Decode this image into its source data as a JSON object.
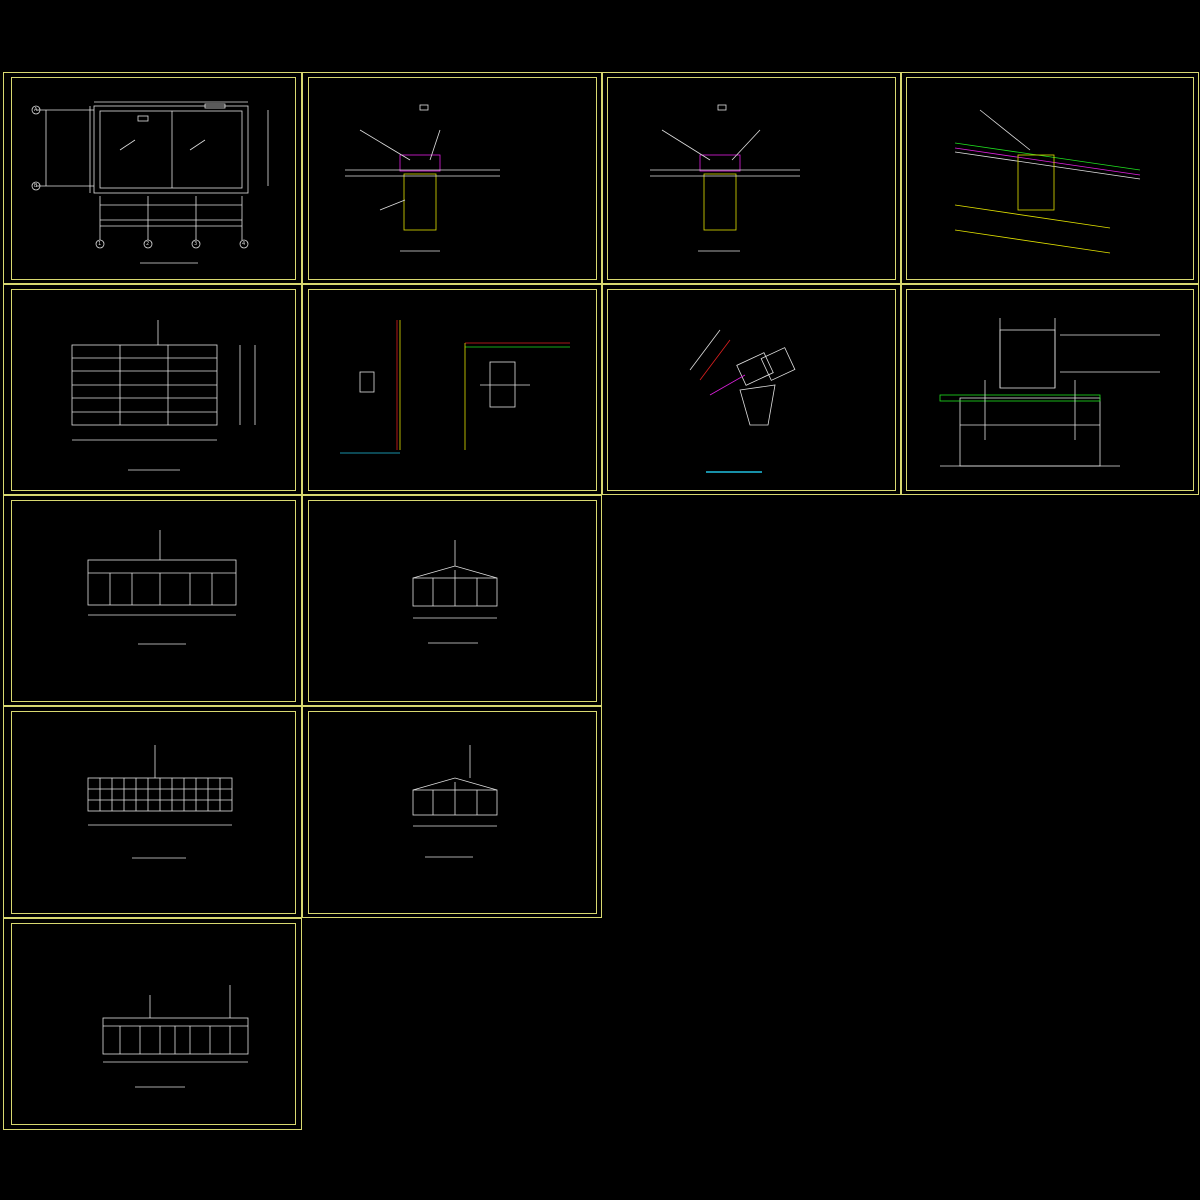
{
  "colors": {
    "frame": "#d8d870",
    "line": "#e0e0e0",
    "magenta": "#e020e0",
    "yellow": "#e0e000",
    "green": "#20e020",
    "red": "#e02020",
    "cyan": "#20c0e0"
  },
  "sheets": [
    {
      "id": "s1",
      "title": "",
      "note": ""
    },
    {
      "id": "s2",
      "title": "",
      "note": ""
    },
    {
      "id": "s3",
      "title": "",
      "note": ""
    },
    {
      "id": "s4",
      "title": "",
      "note": ""
    },
    {
      "id": "s5",
      "title": "",
      "note": ""
    },
    {
      "id": "s6",
      "title": "",
      "note": ""
    },
    {
      "id": "s7",
      "title": "",
      "note": ""
    },
    {
      "id": "s8",
      "title": "",
      "note": ""
    },
    {
      "id": "s9",
      "title": "",
      "note": ""
    },
    {
      "id": "s10",
      "title": "",
      "note": ""
    },
    {
      "id": "s11",
      "title": "",
      "note": ""
    },
    {
      "id": "s12",
      "title": "",
      "note": ""
    },
    {
      "id": "s13",
      "title": "",
      "note": ""
    }
  ],
  "grid_axes": {
    "rows": [
      "A",
      "B"
    ],
    "cols": [
      "1",
      "2",
      "3",
      "4"
    ]
  }
}
